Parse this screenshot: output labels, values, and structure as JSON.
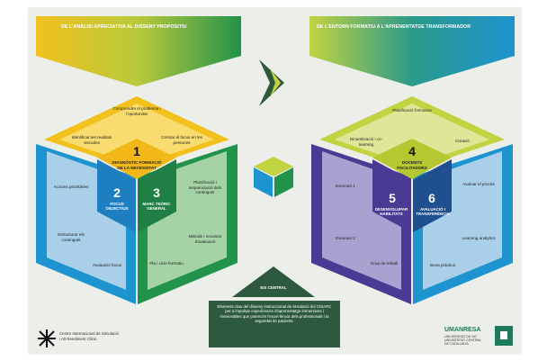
{
  "headers": {
    "left": "DE L'ANÀLISI APRECIATIVA AL DISSENY PROPOSITIU",
    "right": "DE L'ENTORN FORMATIU A L'APRENENTATGE TRANSFORMADOR"
  },
  "left_hex": {
    "top_sections": [
      "Comprendre el problema i l'oportunitat",
      "Identificar les realitats viscudes",
      "Centrar el focus en les persones"
    ],
    "phase1": {
      "number": "1",
      "label": "DIAGNÒSTIC FORMACIÓ DE LA NECESSITAT"
    },
    "phase2": {
      "number": "2",
      "label": "FOCUS OBJECTIUS"
    },
    "phase3": {
      "number": "3",
      "label": "MARC TEÒRIC GENERAL"
    },
    "left_face": [
      "Accions prioritàries",
      "Estructurar els continguts",
      "Avaluació focus"
    ],
    "right_face": [
      "Planificació i seqüenciació dels continguts",
      "Mètode i recursos d'avaluació",
      "Pla i cicle formatiu"
    ]
  },
  "right_hex": {
    "top_sections": [
      "Planificació formativa",
      "Dinamització i co-learning",
      "Creació"
    ],
    "phase4": {
      "number": "4",
      "label": "DOCENTS FACILITADORS"
    },
    "phase5": {
      "number": "5",
      "label": "DESENVOLUPAR HABILITATS"
    },
    "phase6": {
      "number": "6",
      "label": "AVALUACIÓ I TRANSFERÈNCIA"
    },
    "left_face": [
      "Escenari 1",
      "Escenari 2",
      "Grup de treball"
    ],
    "right_face": [
      "Avaluar el procés",
      "Learning analytics",
      "Bona pràctica"
    ]
  },
  "eix_central": "EIX CENTRAL",
  "bottom_text": "Elements clau del disseny instruccional de simulació del CISARC per a impulsar experiències d'aprenentatge immersives i memorables que potenciïn l'excel·lència dels professionals i la seguretat de pacients.",
  "footer_left": {
    "line1": "Centre Internacional de Simulació",
    "line2": "i Alt Rendiment Clínic"
  },
  "footer_right": {
    "brand": "UMANRESA",
    "line1": "UNIVERSITAT DE VIC",
    "line2": "UNIVERSITAT CENTRAL",
    "line3": "DE CATALUNYA"
  },
  "colors": {
    "yellow": "#f2c11e",
    "lime": "#c2d341",
    "green": "#22934a",
    "teal": "#1d8f86",
    "blue": "#1d93cf",
    "light_blue": "#a9cfe9",
    "purple": "#4b3a93",
    "lilac": "#a7a2cf",
    "navy": "#1f4f8f",
    "dark_green": "#2d5a3f"
  }
}
